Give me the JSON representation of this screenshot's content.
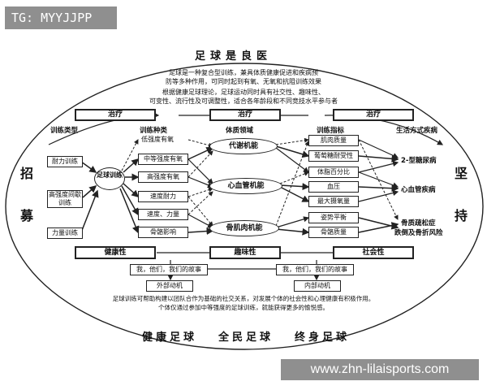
{
  "watermark_top": "TG: MYYJJPP",
  "watermark_bottom": "www.zhn-lilaisports.com",
  "diagram": {
    "title": "足球是良医",
    "intro_lines": [
      "足球是一种复合型训练，兼具体质健康促进和疾病预",
      "防等多种作用，可同时起到有氧、无氧和抗阻训练效果",
      "根据健康足球理论，足球运动同时具有社交性、趣味性、",
      "可变性、流行性及可调整性，适合各年龄段和不同竞技水平参与者"
    ],
    "left_side": [
      "招",
      "募"
    ],
    "right_side": [
      "坚",
      "持"
    ],
    "treatment_labels": [
      "治疗",
      "治疗",
      "治疗"
    ],
    "column_headers": {
      "training_type": "训练类型",
      "training_kind": "训练种类",
      "physique_domain": "体质领域",
      "training_indicator": "训练指标",
      "lifestyle_disease": "生活方式疾病"
    },
    "training_types": [
      "耐力训练",
      "高强度间歇训练",
      "力量训练"
    ],
    "football_training": "足球训练",
    "training_kinds": [
      "低强度有氧",
      "中等强度有氧",
      "高强度有氧",
      "速度耐力",
      "速度、力量",
      "骨骼影响"
    ],
    "domains": [
      "代谢机能",
      "心血管机能",
      "骨肌肉机能"
    ],
    "indicators": [
      "肌肉质量",
      "葡萄糖耐受性",
      "体脂百分比",
      "血压",
      "最大摄氧量",
      "姿势平衡",
      "骨骼质量"
    ],
    "diseases": [
      "2-型糖尿病",
      "心血管疾病",
      "骨质疏松症",
      "跌倒及骨折风险"
    ],
    "bottom_bars": [
      "健康性",
      "趣味性",
      "社会性"
    ],
    "stories": [
      "我，他们，我们的故事",
      "我，他们，我们的故事"
    ],
    "motivations": [
      "外部动机",
      "内部动机"
    ],
    "footer_lines": [
      "足球训练可帮助构建以团队合作为基础的社交关系，对发展个体的社会性和心理健康有积极作用。",
      "个体仅通过参加中等强度的足球训练，就能获得更多的愉悦感。"
    ],
    "slogans": [
      "健康足球",
      "全民足球",
      "终身足球"
    ]
  }
}
